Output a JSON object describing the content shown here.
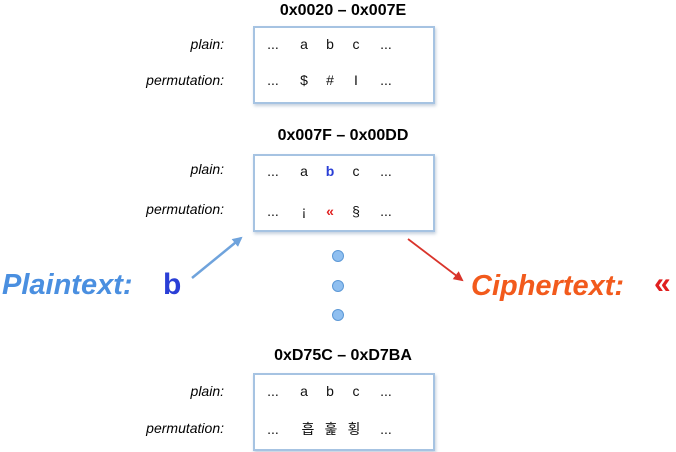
{
  "labels": {
    "plain": "plain:",
    "permutation": "permutation:"
  },
  "blocks": [
    {
      "range": "0x0020 – 0x007E",
      "plain": [
        "...",
        "a",
        "b",
        "c",
        "..."
      ],
      "permutation": [
        "...",
        "$",
        "#",
        "I",
        "..."
      ]
    },
    {
      "range": "0x007F – 0x00DD",
      "plain": [
        "...",
        "a",
        "b",
        "c",
        "..."
      ],
      "permutation": [
        "...",
        "¡",
        "«",
        "§",
        "..."
      ]
    },
    {
      "range": "0xD75C – 0xD7BA",
      "plain": [
        "...",
        "a",
        "b",
        "c",
        "..."
      ],
      "permutation": [
        "...",
        "흡",
        "훑",
        "횡",
        "..."
      ]
    }
  ],
  "plaintext": {
    "label": "Plaintext:",
    "char": "b"
  },
  "ciphertext": {
    "label": "Ciphertext:",
    "char": "«"
  },
  "colors": {
    "box_border": "#a6c3e2",
    "plaintext": "#4a8fe0",
    "plaintext_char": "#2a3fd6",
    "ciphertext": "#f25a1c",
    "ciphertext_char": "#e02020",
    "arrow_left": "#6fa3dc",
    "arrow_right": "#d9342b",
    "dot": "#8fbff0"
  },
  "icons": {
    "continuation": "vertical-ellipsis-dots"
  }
}
